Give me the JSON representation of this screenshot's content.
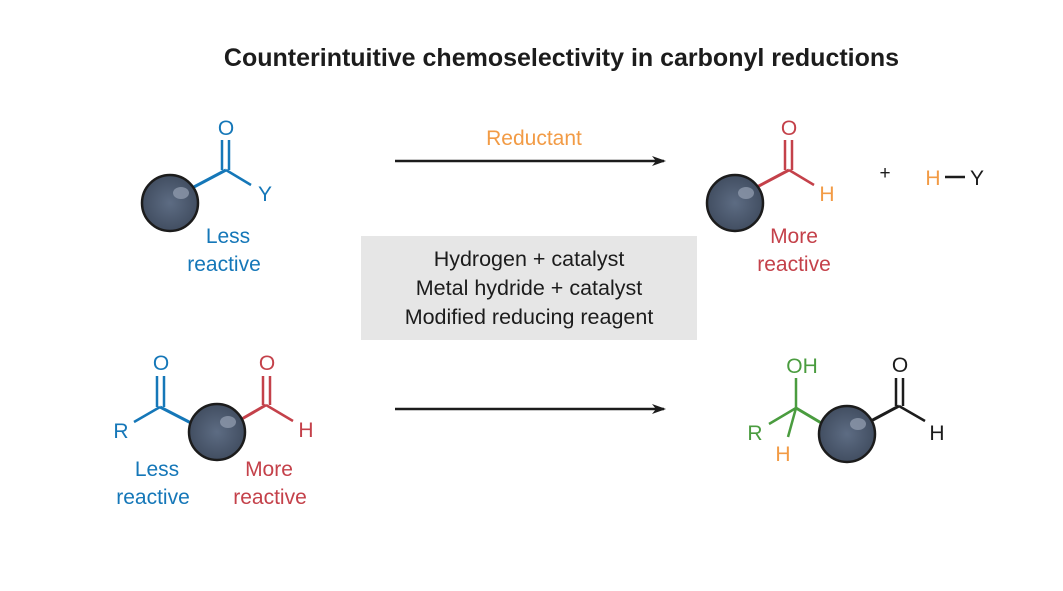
{
  "title": "Counterintuitive chemoselectivity in carbonyl reductions",
  "colors": {
    "blue": "#1577b8",
    "red": "#c4414a",
    "orange": "#f29b45",
    "green": "#4a9c3f",
    "black": "#1c1c1c",
    "sphere": "#4c5a70",
    "box": "#e6e6e6"
  },
  "reaction1": {
    "reactant": {
      "o": "O",
      "y": "Y",
      "label_line1": "Less",
      "label_line2": "reactive"
    },
    "arrow_label": "Reductant",
    "product": {
      "o": "O",
      "h": "H",
      "label_line1": "More",
      "label_line2": "reactive"
    },
    "plus": "+",
    "byproduct_h": "H",
    "byproduct_y": "Y"
  },
  "conditions": [
    "Hydrogen + catalyst",
    "Metal hydride + catalyst",
    "Modified reducing reagent"
  ],
  "reaction2": {
    "reactant": {
      "ketone_o": "O",
      "r": "R",
      "aldehyde_o": "O",
      "h": "H",
      "less_line1": "Less",
      "less_line2": "reactive",
      "more_line1": "More",
      "more_line2": "reactive"
    },
    "product": {
      "oh": "OH",
      "r": "R",
      "h_orange": "H",
      "o": "O",
      "h": "H"
    }
  }
}
